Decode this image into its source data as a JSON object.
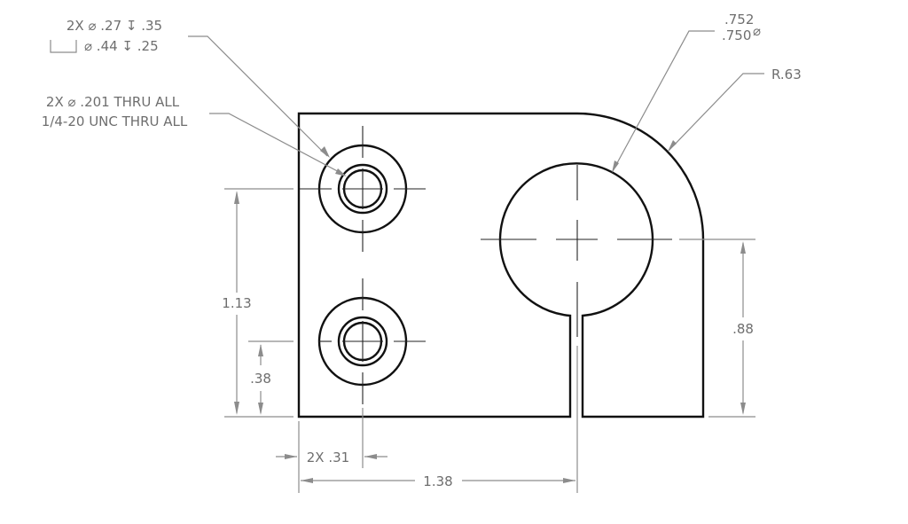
{
  "drawing": {
    "type": "mechanical engineering drawing (orthographic view)",
    "colors": {
      "object_line": "#111111",
      "dimension_line": "#8c8c8c",
      "dimension_text": "#6e6e6e",
      "background": "#ffffff"
    },
    "callouts": {
      "counterbore": {
        "line1": "2X  ⌀ .27 ↧ .35",
        "line2_symbol": "⌴",
        "line2": "⌀ .44 ↧ .25"
      },
      "tapped_hole": {
        "line1": "2X  ⌀ .201 THRU ALL",
        "line2": "1/4-20 UNC  THRU ALL"
      },
      "bore": {
        "upper": ".752",
        "lower": ".750",
        "symbol": "⌀"
      },
      "radius": "R.63"
    },
    "dimensions": {
      "left_height": "1.13",
      "lower_hole_height": ".38",
      "right_height": ".88",
      "hole_offset": "2X .31",
      "overall_to_slot": "1.38"
    }
  }
}
